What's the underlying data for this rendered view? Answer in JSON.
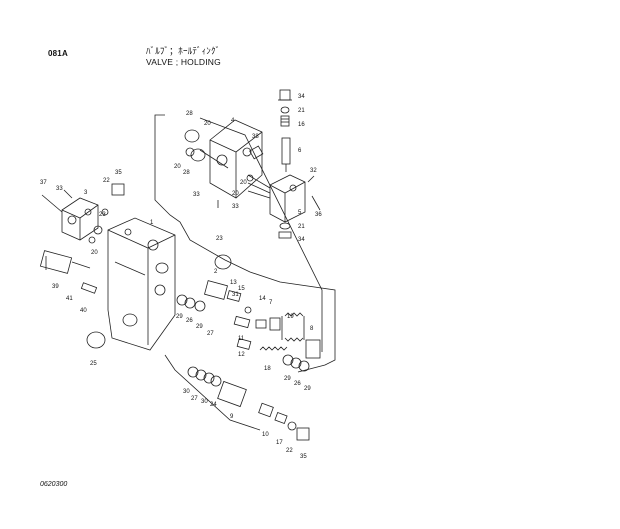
{
  "header": {
    "figure_code": "081A",
    "title_jp": "ﾊﾞﾙﾌﾞ；ﾎｰﾙﾃﾞｨﾝｸﾞ",
    "title_en": "VALVE ; HOLDING"
  },
  "footer": {
    "drawing_number": "0620300"
  },
  "callouts": [
    "34",
    "21",
    "16",
    "6",
    "32",
    "36",
    "5",
    "21",
    "34",
    "28",
    "20",
    "4",
    "38",
    "20",
    "28",
    "33",
    "20",
    "20",
    "33",
    "37",
    "33",
    "3",
    "35",
    "22",
    "23",
    "20",
    "1",
    "23",
    "39",
    "41",
    "40",
    "25",
    "2",
    "13",
    "15",
    "31",
    "14",
    "7",
    "19",
    "8",
    "29",
    "26",
    "29",
    "27",
    "11",
    "12",
    "18",
    "29",
    "26",
    "29",
    "30",
    "27",
    "30",
    "24",
    "9",
    "10",
    "17",
    "22",
    "35"
  ]
}
